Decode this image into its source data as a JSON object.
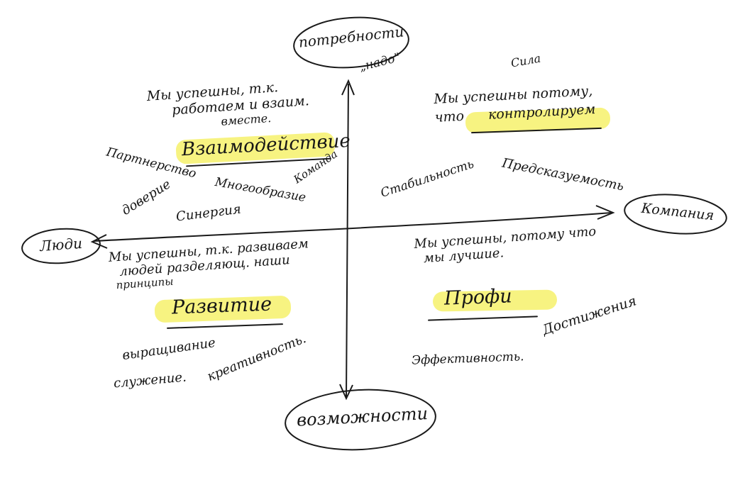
{
  "nodes": {
    "top": "потребности",
    "bottom": "возможности",
    "left": "Люди",
    "right": "Компания"
  },
  "axis_notes": {
    "nado": "„надо\""
  },
  "quadrant_top_left": {
    "statement_line1": "Мы успешны, т.к.",
    "statement_line2": "работаем и взаим.",
    "statement_line3": "вместе.",
    "title": "Взаимодействие",
    "words": [
      "Партнерство",
      "Команда",
      "доверие",
      "Многообразие",
      "Синергия"
    ]
  },
  "quadrant_top_right": {
    "top_word": "Сила",
    "statement_line1": "Мы успешны потому,",
    "statement_line2_prefix": "что",
    "statement_highlight": "контролируем",
    "words": [
      "Стабильность",
      "Предсказуемость"
    ]
  },
  "quadrant_bottom_left": {
    "statement_line1": "Мы успешны, т.к. развиваем",
    "statement_line2": "людей разделяющ. наши",
    "statement_line3": "принципы",
    "title": "Развитие",
    "words": [
      "выращивание",
      "служение.",
      "креативность."
    ]
  },
  "quadrant_bottom_right": {
    "statement_line1": "Мы успешны, потому что",
    "statement_line2": "мы лучшие.",
    "title": "Профи",
    "words": [
      "Достижения",
      "Эффективность."
    ]
  },
  "colors": {
    "highlight": "#f7f27a",
    "ink": "#161616"
  }
}
